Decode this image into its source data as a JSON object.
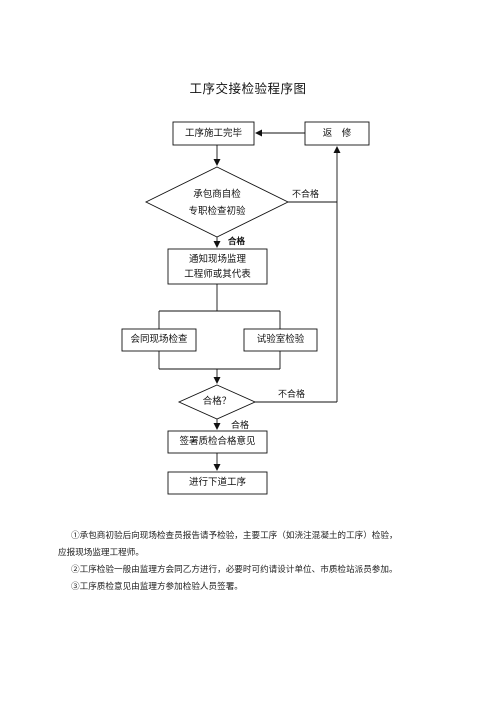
{
  "title": "工序交接检验程序图",
  "nodes": {
    "complete": "工序施工完毕",
    "rework": "返　修",
    "self_check_1": "承包商自检",
    "self_check_2": "专职检查初验",
    "notify_1": "通知现场监理",
    "notify_2": "工程师或其代表",
    "joint_inspection": "会同现场检查",
    "lab_test": "试验室检验",
    "qualified_q": "合格？",
    "sign": "签署质检合格意见",
    "next": "进行下道工序"
  },
  "edges": {
    "fail_1": "不合格",
    "pass_1": "合格",
    "fail_2": "不合格",
    "pass_2": "合格"
  },
  "notes": {
    "n1a": "①承包商初验后向现场检查员报告请予检验，主要工序（如浇注混凝土的工序）检验，",
    "n1b": "应报现场监理工程师。",
    "n2": "②工序检验一般由监理方会同乙方进行，必要时可约请设计单位、市质检站派员参加。",
    "n3": "③工序质检意见由监理方参加检验人员签署。"
  }
}
